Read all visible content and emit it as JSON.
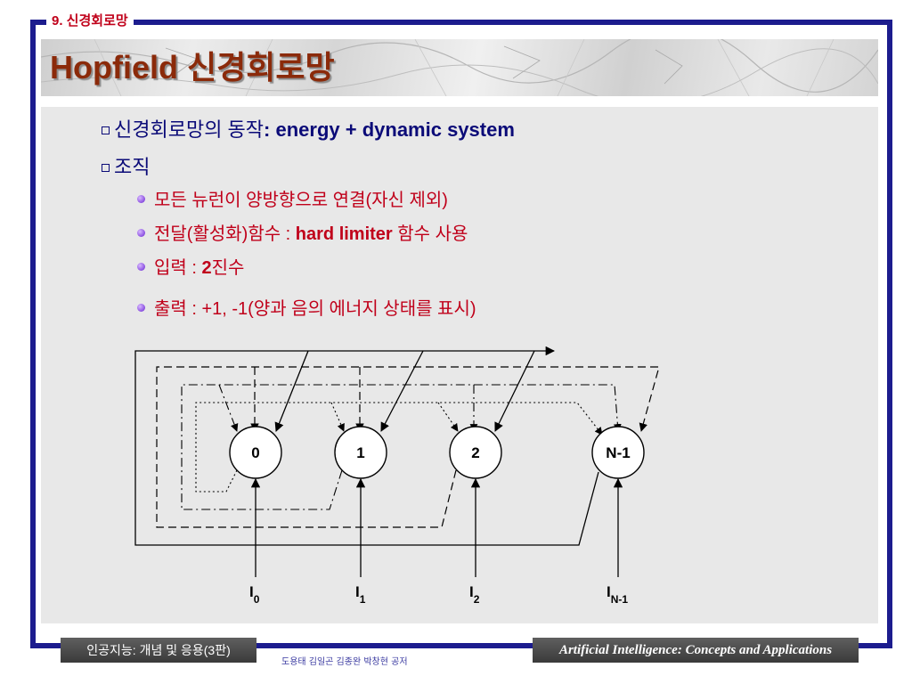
{
  "header": {
    "section_tag": "9. 신경회로망",
    "title": "Hopfield 신경회로망"
  },
  "bullets": {
    "level1": [
      {
        "prefix": "신경회로망의 동작",
        "suffix": ": energy + dynamic system"
      },
      {
        "prefix": "조직",
        "suffix": ""
      }
    ],
    "level2": [
      {
        "text": "모든 뉴런이 양방향으로 연결(자신 제외)"
      },
      {
        "pre": "전달(활성화)함수 : ",
        "bold": "hard limiter",
        "post": " 함수 사용"
      },
      {
        "pre": "입력 : ",
        "bold": "2",
        "post": "진수"
      },
      {
        "pre": "출력 : +1, -1(양과 음의 에너지 상태를 표시)",
        "bold": "",
        "post": ""
      }
    ]
  },
  "diagram": {
    "nodes": [
      "0",
      "1",
      "2",
      "N-1"
    ],
    "inputs": [
      {
        "base": "I",
        "sub": "0"
      },
      {
        "base": "I",
        "sub": "1"
      },
      {
        "base": "I",
        "sub": "2"
      },
      {
        "base": "I",
        "sub": "N-1"
      }
    ]
  },
  "footer": {
    "left_label": "인공지능: 개념 및 응용(3판)",
    "credit": "도용태 김일곤 김종완 박창현 공저",
    "right_label": "Artificial Intelligence: Concepts and Applications"
  },
  "colors": {
    "frame": "#1c1c8e",
    "title": "#8b2a0a",
    "section_tag": "#c0001a",
    "level1_text": "#0b0b78",
    "level2_text": "#c0001a",
    "bullet_dot": "#8a4fe0",
    "panel": "#e8e8e8"
  }
}
